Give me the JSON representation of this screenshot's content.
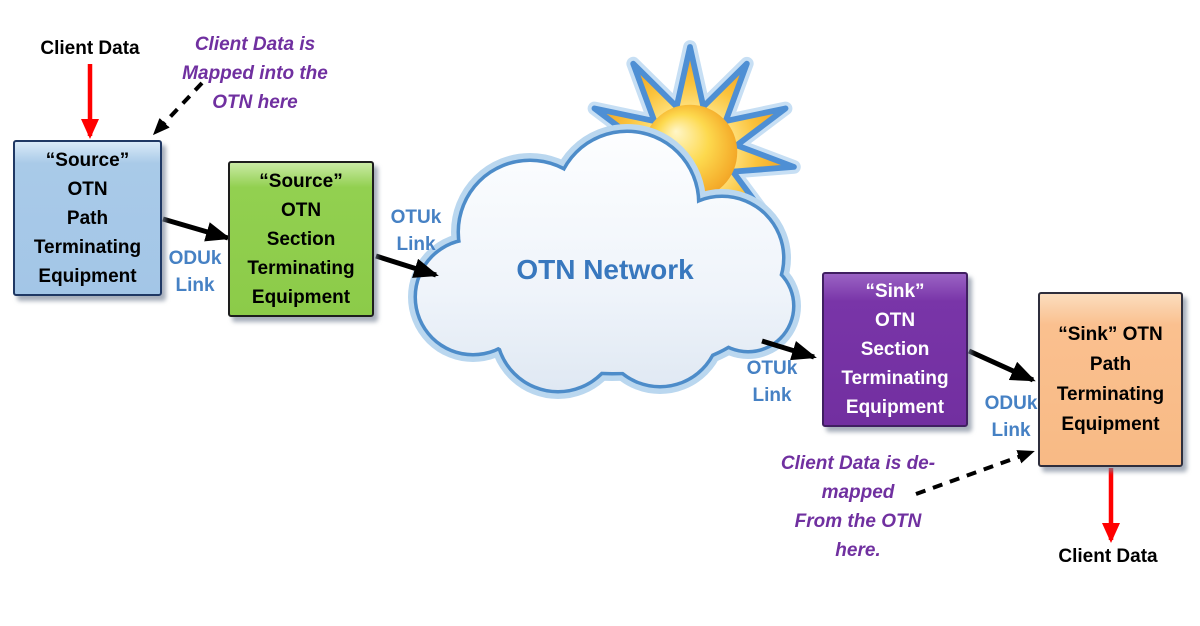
{
  "labels": {
    "client_data_top": "Client Data",
    "client_data_bottom": "Client Data",
    "network": "OTN Network"
  },
  "notes": {
    "mapped": {
      "lines": [
        "Client Data is",
        "Mapped into the",
        "OTN here"
      ]
    },
    "demapped": {
      "lines": [
        "Client Data is de-",
        "mapped",
        "From the OTN",
        "here."
      ]
    }
  },
  "boxes": {
    "source_path": {
      "lines": [
        "“Source”",
        "OTN",
        "Path",
        "Terminating",
        "Equipment"
      ],
      "fill": "#A9CAE8"
    },
    "source_section": {
      "lines": [
        "“Source”",
        "OTN",
        "Section",
        "Terminating",
        "Equipment"
      ],
      "fill": "#92D050"
    },
    "sink_section": {
      "lines": [
        "“Sink”",
        "OTN",
        "Section",
        "Terminating",
        "Equipment"
      ],
      "fill": "#7935A8"
    },
    "sink_path": {
      "lines": [
        "“Sink” OTN",
        "Path",
        "Terminating",
        "Equipment"
      ],
      "fill": "#FAC08F"
    }
  },
  "links": {
    "oduk_source": {
      "lines": [
        "ODUk",
        "Link"
      ]
    },
    "otuk_source": {
      "lines": [
        "OTUk",
        "Link"
      ]
    },
    "otuk_sink": {
      "lines": [
        "OTUk",
        "Link"
      ]
    },
    "oduk_sink": {
      "lines": [
        "ODUk",
        "Link"
      ]
    }
  },
  "icons": {
    "sun": "sun-icon",
    "cloud": "cloud-icon"
  },
  "colors": {
    "link_text": "#4681C4",
    "note_text": "#7030A0",
    "network_text": "#3878BE",
    "arrow": "#000000",
    "client_arrow": "#FF0000",
    "cloud_border": "#4D8CC9"
  }
}
